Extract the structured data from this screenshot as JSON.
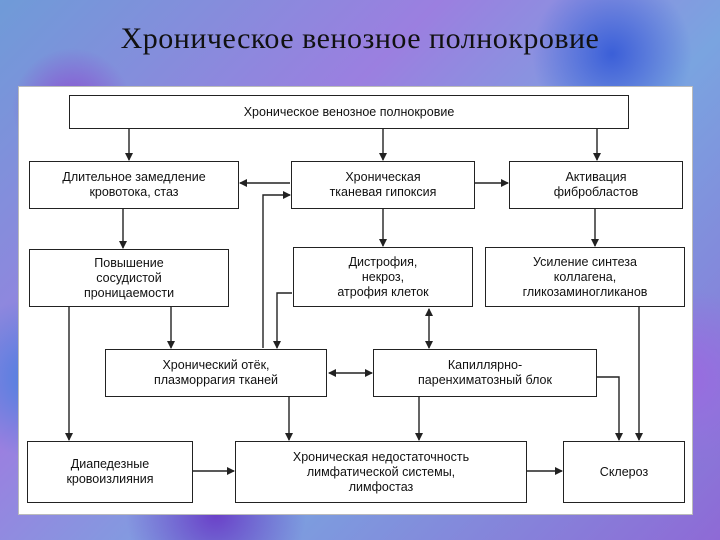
{
  "slide": {
    "title": "Хроническое венозное полнокровие"
  },
  "diagram": {
    "top": "Хроническое венозное полнокровие",
    "slowdown": "Длительное замедление\nкровотока, стаз",
    "hypoxia": "Хроническая\nтканевая гипоксия",
    "fibroblasts": "Активация\nфибробластов",
    "permeability": "Повышение\nсосудистой\nпроницаемости",
    "dystrophy": "Дистрофия,\nнекроз,\nатрофия клеток",
    "collagen": "Усиление синтеза\nколлагена,\nгликозаминогликанов",
    "edema": "Хронический отёк,\nплазморрагия тканей",
    "block": "Капиллярно-\nпаренхиматозный блок",
    "hemorrhage": "Диапедезные\nкровоизлияния",
    "lymph": "Хроническая недостаточность\nлимфатической системы,\nлимфостаз",
    "sclerosis": "Склероз"
  }
}
